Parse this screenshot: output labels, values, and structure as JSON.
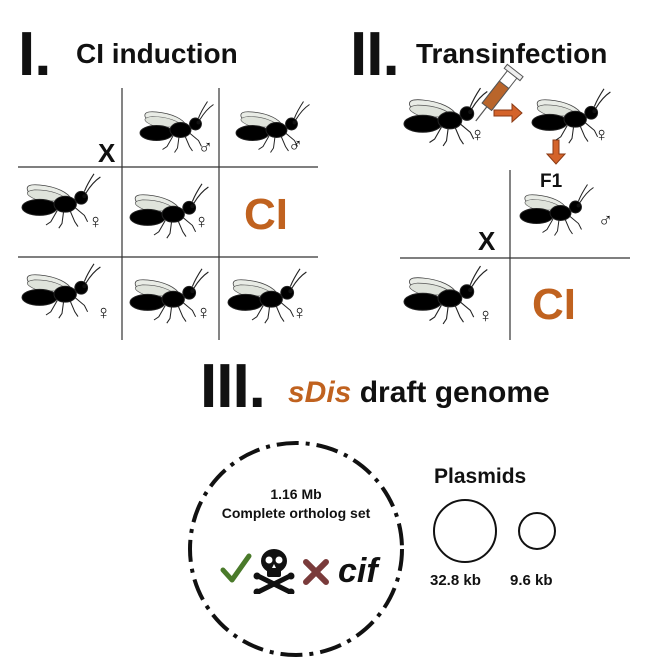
{
  "colors": {
    "accent": "#c0621f",
    "green_wasp": "#ccf5b8",
    "orange_wasp": "#b9652b",
    "check": "#4a7a2a",
    "xmark": "#7a3b3b"
  },
  "section1": {
    "numeral": "I.",
    "title": "CI induction",
    "cross_symbol": "X",
    "result": "CI",
    "male_symbol": "♂",
    "female_symbol": "♀"
  },
  "section2": {
    "numeral": "II.",
    "title": "Transinfection",
    "generation": "F1",
    "cross_symbol": "X",
    "result": "CI",
    "male_symbol": "♂",
    "female_symbol": "♀"
  },
  "section3": {
    "numeral": "III.",
    "title_accent": "sDis",
    "title_rest": "draft genome",
    "genome_size": "1.16 Mb",
    "genome_note": "Complete ortholog set",
    "gene_name": "cif",
    "icons": [
      "check-icon",
      "skull-crossbones-icon",
      "x-mark-icon"
    ],
    "plasmids_title": "Plasmids",
    "plasmids": [
      {
        "size": "32.8 kb"
      },
      {
        "size": "9.6 kb"
      }
    ]
  }
}
